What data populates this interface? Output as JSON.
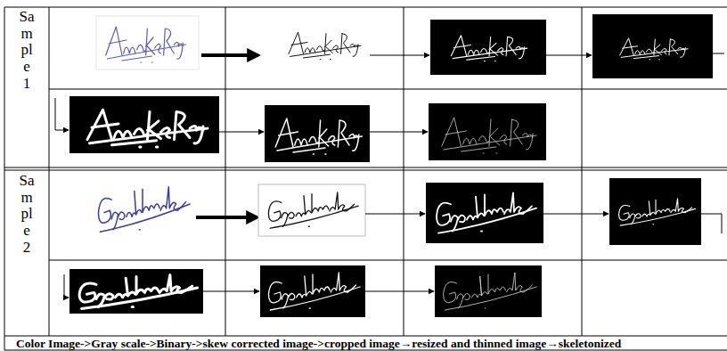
{
  "diagram": {
    "caption": "Color Image->Gray scale->Binary->skew corrected image->cropped image→resized and thinned image→skeletonized",
    "labels": [
      "Sample 1",
      "Sample 2"
    ]
  }
}
